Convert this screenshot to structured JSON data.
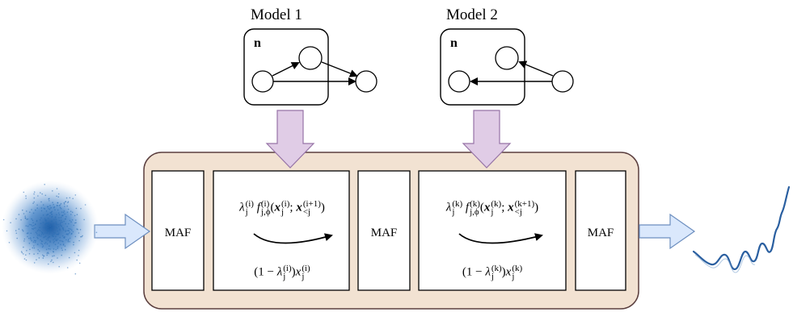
{
  "models": [
    {
      "title": "Model 1",
      "plate_label": "n"
    },
    {
      "title": "Model 2",
      "plate_label": "n"
    }
  ],
  "maf_label": "MAF",
  "flow1": {
    "top": {
      "lam": "λ",
      "sup": "(i)",
      "sub": "j",
      "f": "f",
      "fsup": "(i)",
      "fsub": "j,ϕ",
      "arg": "(",
      "x": "x",
      "xsup": "(i)",
      "xsub": "j",
      "sep": ";",
      "xb": "x",
      "xbsup": "(i+1)",
      "xbsub": "<j",
      "close": ")"
    },
    "bottom": {
      "pre": "(1 − ",
      "lam": "λ",
      "sup": "(i)",
      "sub": "j",
      "mid": ")",
      "x": "x",
      "xsup": "(i)",
      "xsub": "j"
    }
  },
  "flow2": {
    "top": {
      "lam": "λ",
      "sup": "(k)",
      "sub": "j",
      "f": "f",
      "fsup": "(k)",
      "fsub": "j,ϕ",
      "arg": "(",
      "x": "x",
      "xsup": "(k)",
      "xsub": "j",
      "sep": ";",
      "xb": "x",
      "xbsup": "(k+1)",
      "xbsub": "<j",
      "close": ")"
    },
    "bottom": {
      "pre": "(1 − ",
      "lam": "λ",
      "sup": "(k)",
      "sub": "j",
      "mid": ")",
      "x": "x",
      "xsup": "(k)",
      "xsub": "j"
    }
  },
  "colors": {
    "container_fill": "#f2e2d2",
    "container_stroke": "#5a3e3e",
    "down_arrow_fill": "#e0cce6",
    "down_arrow_stroke": "#9673a6",
    "side_arrow_fill": "#dae8fc",
    "side_arrow_stroke": "#6c8ebf",
    "noise": "#2a6db5",
    "wave": "#2a5fa0"
  }
}
